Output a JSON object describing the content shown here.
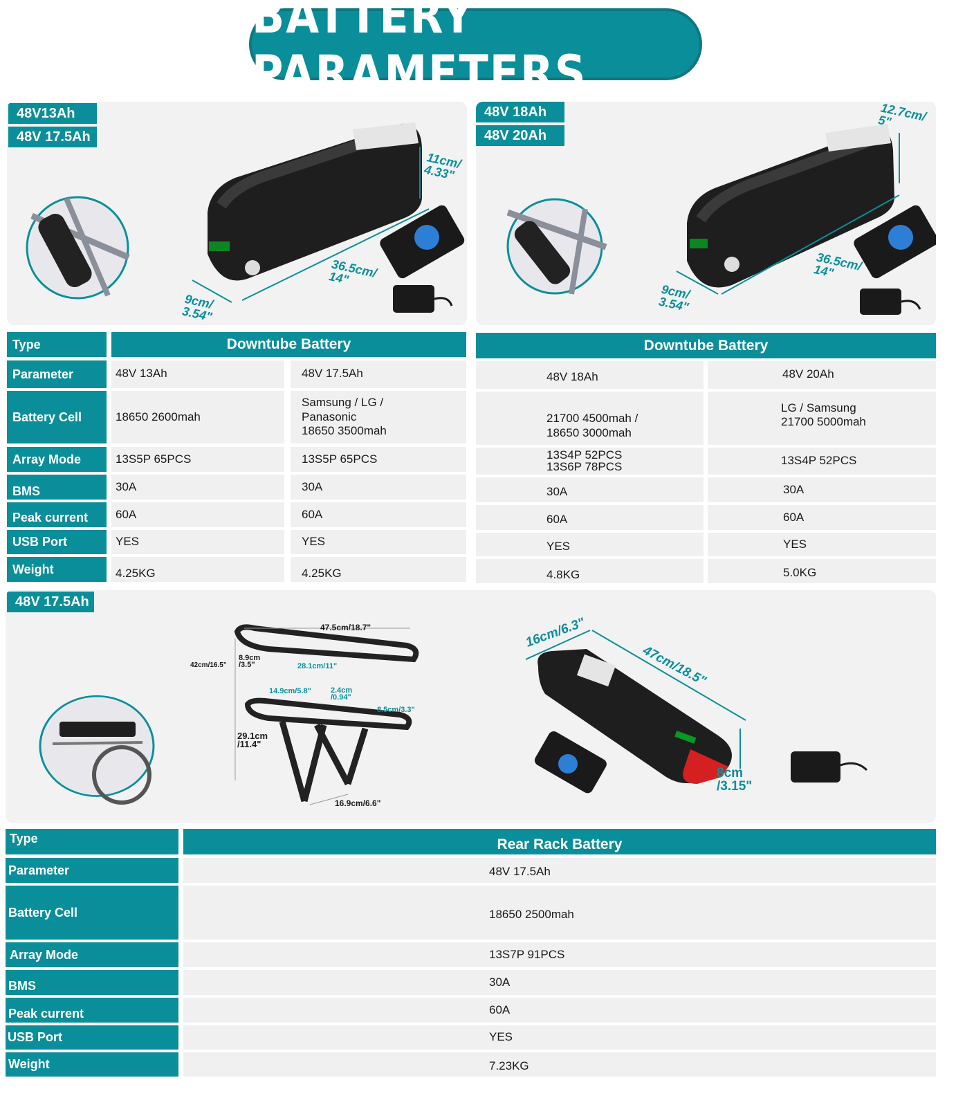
{
  "title": "BATTERY PARAMETERS",
  "panel1": {
    "tags": [
      "48V13Ah",
      "48V 17.5Ah"
    ],
    "dims": {
      "height": "11cm/\n4.33\"",
      "length": "36.5cm/\n14\"",
      "width": "9cm/\n3.54\""
    }
  },
  "panel2": {
    "tags": [
      "48V 18Ah",
      "48V 20Ah"
    ],
    "dims": {
      "height": "12.7cm/\n5\"",
      "length": "36.5cm/\n14\"",
      "width": "9cm/\n3.54\""
    }
  },
  "table1": {
    "type_label": "Type",
    "type_value": "Downtube Battery",
    "rows": [
      {
        "label": "Parameter",
        "a": "48V 13Ah",
        "b": "48V 17.5Ah"
      },
      {
        "label": "Battery Cell",
        "a": "18650 2600mah",
        "b": "Samsung / LG /\nPanasonic\n18650 3500mah"
      },
      {
        "label": "Array Mode",
        "a": "13S5P 65PCS",
        "b": "13S5P 65PCS"
      },
      {
        "label": "BMS",
        "a": "30A",
        "b": "30A"
      },
      {
        "label": "Peak current",
        "a": "60A",
        "b": "60A"
      },
      {
        "label": "USB Port",
        "a": "YES",
        "b": "YES"
      },
      {
        "label": "Weight",
        "a": "4.25KG",
        "b": "4.25KG"
      }
    ]
  },
  "table2": {
    "type_value": "Downtube Battery",
    "rows": [
      {
        "a": "48V 18Ah",
        "b": "48V 20Ah"
      },
      {
        "a": "21700 4500mah /\n18650 3000mah",
        "b": "LG / Samsung\n21700 5000mah"
      },
      {
        "a": "13S4P 52PCS\n13S6P 78PCS",
        "b": "13S4P  52PCS"
      },
      {
        "a": "30A",
        "b": "30A"
      },
      {
        "a": "60A",
        "b": "60A"
      },
      {
        "a": "YES",
        "b": "YES"
      },
      {
        "a": "4.8KG",
        "b": "5.0KG"
      }
    ]
  },
  "panel3": {
    "tag": "48V 17.5Ah",
    "rack_dims": {
      "top": "47.5cm/18.7\"",
      "left": "42cm/16.5\"",
      "step": "8.9cm\n/3.5\"",
      "inner": "28.1cm/11\"",
      "mid": "14.9cm/5.8\"",
      "gap": "2.4cm\n/0.94\"",
      "side": "8.5cm/3.3\"",
      "leg": "29.1cm\n/11.4\"",
      "base": "16.9cm/6.6\""
    },
    "battery_dims": {
      "width": "16cm/6.3\"",
      "length": "47cm/18.5\"",
      "height": "8cm\n/3.15\""
    }
  },
  "table3": {
    "type_label": "Type",
    "type_value": "Rear Rack Battery",
    "rows": [
      {
        "label": "Parameter",
        "value": "48V 17.5Ah"
      },
      {
        "label": "Battery Cell",
        "value": "18650 2500mah"
      },
      {
        "label": "Array Mode",
        "value": "13S7P 91PCS"
      },
      {
        "label": "BMS",
        "value": "30A"
      },
      {
        "label": "Peak current",
        "value": "60A"
      },
      {
        "label": "USB Port",
        "value": "YES"
      },
      {
        "label": "Weight",
        "value": "7.23KG"
      }
    ]
  }
}
